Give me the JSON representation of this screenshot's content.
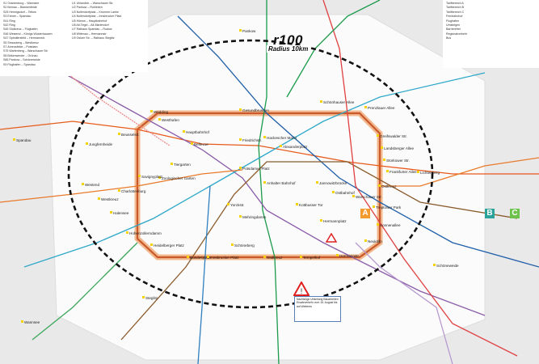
{
  "map": {
    "bus_line": "r100",
    "radius_label": "Radius 10km",
    "zones": [
      {
        "label": "A",
        "color": "#f39a2e"
      },
      {
        "label": "B",
        "color": "#2ba39b"
      },
      {
        "label": "C",
        "color": "#6cc24a"
      }
    ],
    "colors": {
      "ring": "#c9582a",
      "s_bahn": "#e85a1c",
      "u_bahn_blue": "#1f5fa8",
      "u_green": "#1a9a4a",
      "purple": "#8b5ca8",
      "teal": "#2fa8c9",
      "brown": "#8a5a2b"
    },
    "notice": "Nachtzüge Umleitung Bauarbeiten Ersatzverkehr vom 15. August bis auf Weiteres",
    "stations": [
      "Wedding",
      "Gesundbrunnen",
      "Schönhauser Allee",
      "Prenzlauer Allee",
      "Greifswalder Str.",
      "Landsberger Allee",
      "Storkower Str.",
      "Frankfurter Allee",
      "Ostkreuz",
      "Warschauer Str.",
      "Ostbahnhof",
      "Jannowitzbrücke",
      "Alexanderplatz",
      "Hackescher Markt",
      "Friedrichstr.",
      "Hauptbahnhof",
      "Bellevue",
      "Tiergarten",
      "Zoologischer Garten",
      "Savignyplatz",
      "Charlottenburg",
      "Westkreuz",
      "Westend",
      "Jungfernheide",
      "Beusselstr.",
      "Westhafen",
      "Halensee",
      "Hohenzollerndamm",
      "Heidelberger Platz",
      "Bundesplatz",
      "Innsbrucker Platz",
      "Schöneberg",
      "Südkreuz",
      "Tempelhof",
      "Hermannstr.",
      "Neukölln",
      "Sonnenallee",
      "Treptower Park",
      "Potsdamer Platz",
      "Anhalter Bahnhof",
      "Yorckstr.",
      "Kottbusser Tor",
      "Hermannplatz",
      "Spandau",
      "Pankow",
      "Lichtenberg",
      "Schöneweide",
      "Steglitz",
      "Wannsee",
      "Mehringdamm"
    ]
  },
  "legend_left": {
    "title": "S",
    "items": [
      "S1 Oranienburg – Wannsee",
      "S2 Bernau – Blankenfelde",
      "S25 Hennigsdorf – Teltow",
      "S3 Erkner – Spandau",
      "S41 Ring",
      "S42 Ring",
      "S45 Südkreuz – Flughafen",
      "S46 Westend – Königs Wusterhausen",
      "S47 Spindlersfeld – Hermannstr.",
      "S5 Strausberg – Westkreuz",
      "S7 Ahrensfelde – Potsdam",
      "S75 Wartenberg – Warschauer Str.",
      "S8 Birkenwerder – Grünau",
      "S85 Pankow – Schöneweide",
      "S9 Flughafen – Spandau"
    ]
  },
  "legend_mid": {
    "title": "U",
    "items": [
      "U1 Uhlandstr. – Warschauer Str.",
      "U2 Pankow – Ruhleben",
      "U3 Nollendorfplatz – Krumme Lanke",
      "U4 Nollendorfplatz – Innsbrucker Platz",
      "U5 Hönow – Hauptbahnhof",
      "U6 Alt-Tegel – Alt-Mariendorf",
      "U7 Rathaus Spandau – Rudow",
      "U8 Wittenau – Hermannstr.",
      "U9 Osloer Str. – Rathaus Steglitz"
    ]
  },
  "legend_right": {
    "items": [
      "Tarifbereich A",
      "Tarifbereich B",
      "Tarifbereich C",
      "Fernbahnhof",
      "Flughafen",
      "Umsteigen",
      "Barrierefrei",
      "Regionalverkehr",
      "Bus"
    ]
  }
}
